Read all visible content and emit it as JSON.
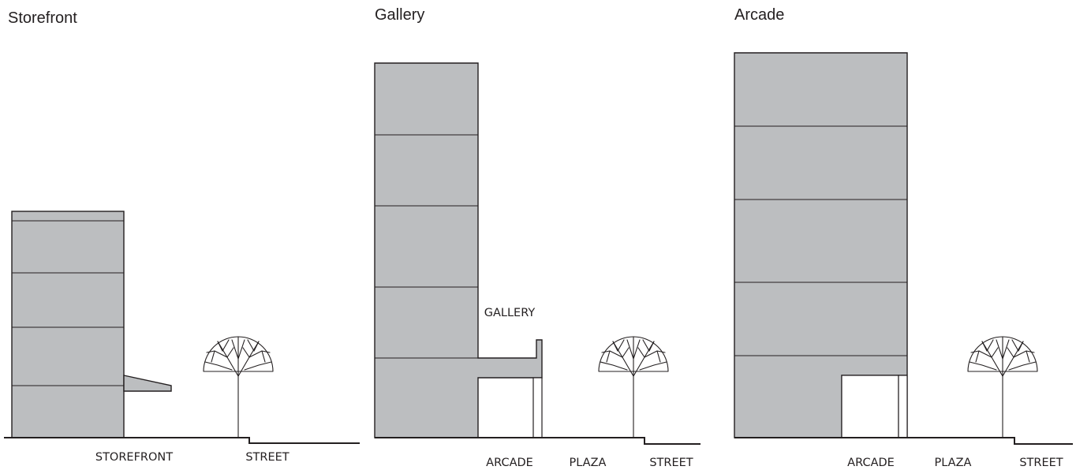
{
  "panels": [
    {
      "title": "Storefront",
      "labels": {
        "storefront": "STOREFRONT",
        "street": "STREET"
      }
    },
    {
      "title": "Gallery",
      "labels": {
        "gallery": "GALLERY",
        "arcade": "ARCADE",
        "plaza": "PLAZA",
        "street": "STREET"
      }
    },
    {
      "title": "Arcade",
      "labels": {
        "arcade": "ARCADE",
        "plaza": "PLAZA",
        "street": "STREET"
      }
    }
  ],
  "colors": {
    "building_fill": "#bcbec0",
    "line": "#231f20"
  },
  "icons": {
    "tree": "tree-icon"
  }
}
